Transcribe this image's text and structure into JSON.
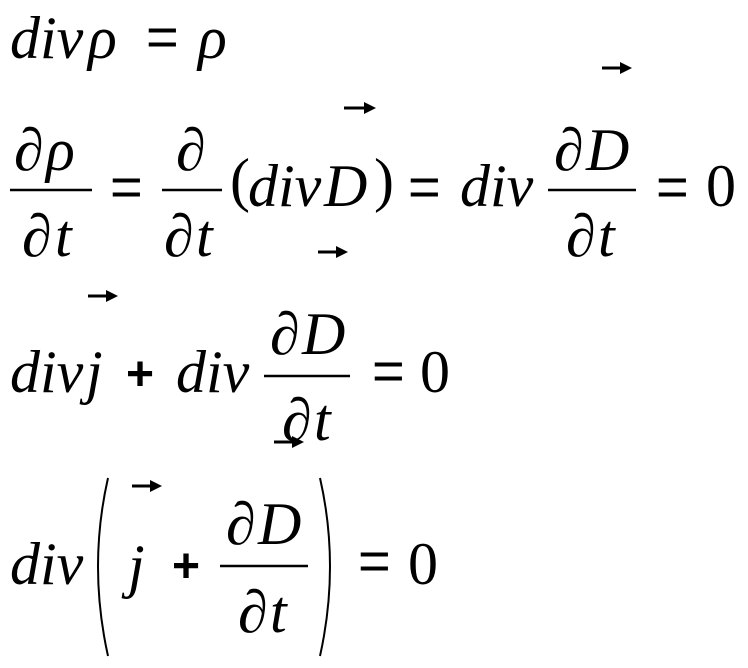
{
  "symbols": {
    "div": "div",
    "rho": "ρ",
    "partial": "∂",
    "t": "t",
    "D": "D",
    "j": "j",
    "eq": "=",
    "plus": "+",
    "zero": "0",
    "lparen": "(",
    "rparen": ")"
  },
  "equations": [
    {
      "latex": "div\\rho = \\rho"
    },
    {
      "latex": "\\frac{\\partial\\rho}{\\partial t} = \\frac{\\partial}{\\partial t}(div\\vec{D}) = div\\frac{\\partial\\vec{D}}{\\partial t} = 0"
    },
    {
      "latex": "div\\vec{j} + div\\frac{\\partial\\vec{D}}{\\partial t} = 0"
    },
    {
      "latex": "div\\left(\\vec{j} + \\frac{\\partial\\vec{D}}{\\partial t}\\right) = 0"
    }
  ]
}
